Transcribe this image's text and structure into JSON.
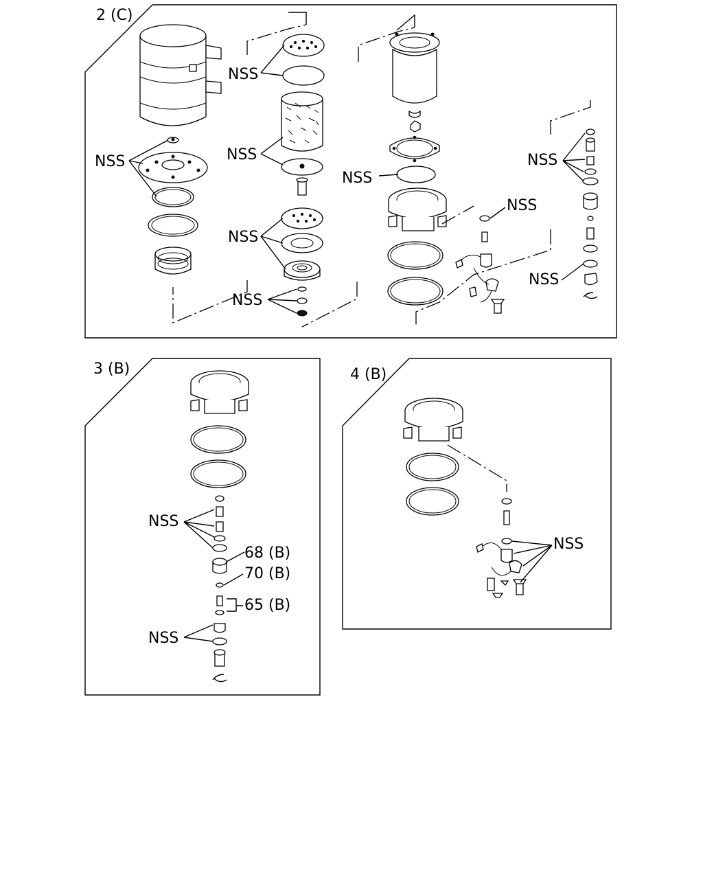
{
  "panels": [
    {
      "id": "panel-2",
      "title": "2 (C)"
    },
    {
      "id": "panel-3",
      "title": "3 (B)"
    },
    {
      "id": "panel-4",
      "title": "4 (B)"
    }
  ],
  "callouts": {
    "nss": "NSS",
    "part_68": "68 (B)",
    "part_70": "70 (B)",
    "part_65": "65 (B)"
  }
}
